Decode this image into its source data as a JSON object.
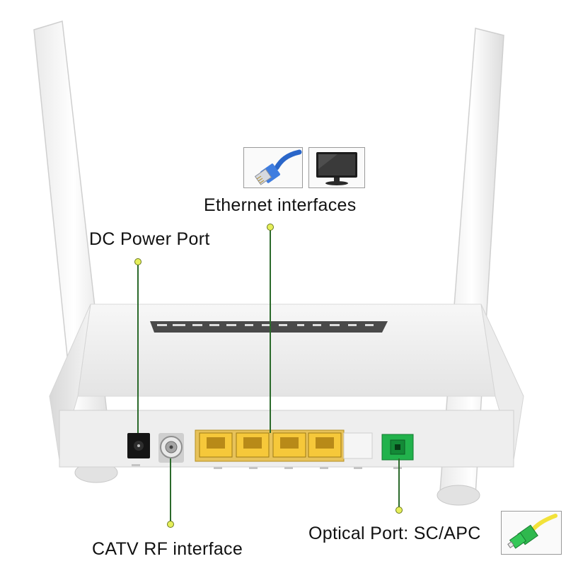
{
  "labels": {
    "ethernet": "Ethernet interfaces",
    "dc_power": "DC Power Port",
    "catv": "CATV RF interface",
    "optical": "Optical Port: SC/APC"
  },
  "colors": {
    "callout_dot": "#e6ef5a",
    "callout_line": "#2b6a2b",
    "lan_port": "#f4c43a",
    "optical_port": "#22b24c",
    "router_body": "#f2f2f2"
  },
  "icons": [
    "ethernet-cable-icon",
    "monitor-icon",
    "sc-apc-connector-icon"
  ]
}
